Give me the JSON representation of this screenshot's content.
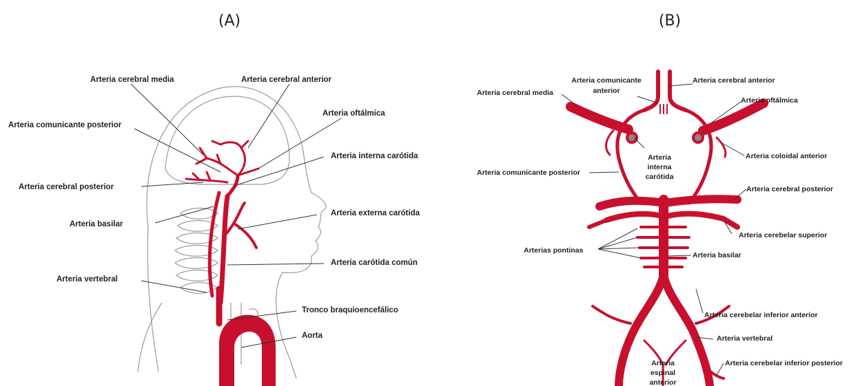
{
  "panels": {
    "a": {
      "title": "(A)",
      "labels": {
        "middle_cerebral": "Arteria cerebral media",
        "anterior_cerebral": "Arteria cerebral anterior",
        "posterior_communicating": "Arteria comunicante posterior",
        "ophthalmic": "Arteria oftálmica",
        "internal_carotid": "Arteria interna carótida",
        "posterior_cerebral": "Arteria cerebral posterior",
        "external_carotid": "Arteria externa carótida",
        "basilar": "Arteria basilar",
        "common_carotid": "Arteria carótida común",
        "vertebral": "Arteria vertebral",
        "brachiocephalic": "Tronco braquioencefálico",
        "aorta": "Aorta"
      }
    },
    "b": {
      "title": "(B)",
      "labels": {
        "anterior_communicating_1": "Arteria comunicante",
        "anterior_communicating_2": "anterior",
        "anterior_cerebral": "Arteria cerebral anterior",
        "middle_cerebral": "Arteria cerebral media",
        "ophthalmic": "Arteria oftálmica",
        "internal_carotid_1": "Arteria",
        "internal_carotid_2": "interna",
        "internal_carotid_3": "carótida",
        "anterior_choroidal": "Arteria coloidal anterior",
        "posterior_communicating": "Arteria comunicante posterior",
        "posterior_cerebral": "Arteria cerebral posterior",
        "superior_cerebellar": "Arteria cerebelar superior",
        "pontine": "Arterias pontinas",
        "basilar": "Arteria basilar",
        "anterior_inferior_cerebellar": "Arteria cerebelar inferior anterior",
        "vertebral": "Arteria vertebral",
        "posterior_inferior_cerebellar": "Arteria cerebelar inferior posterior",
        "anterior_spinal_1": "Arteria",
        "anterior_spinal_2": "espinal",
        "anterior_spinal_3": "anterior"
      }
    }
  },
  "colors": {
    "artery": "#c8102e",
    "outline": "#9a9a9a",
    "text": "#222222"
  }
}
